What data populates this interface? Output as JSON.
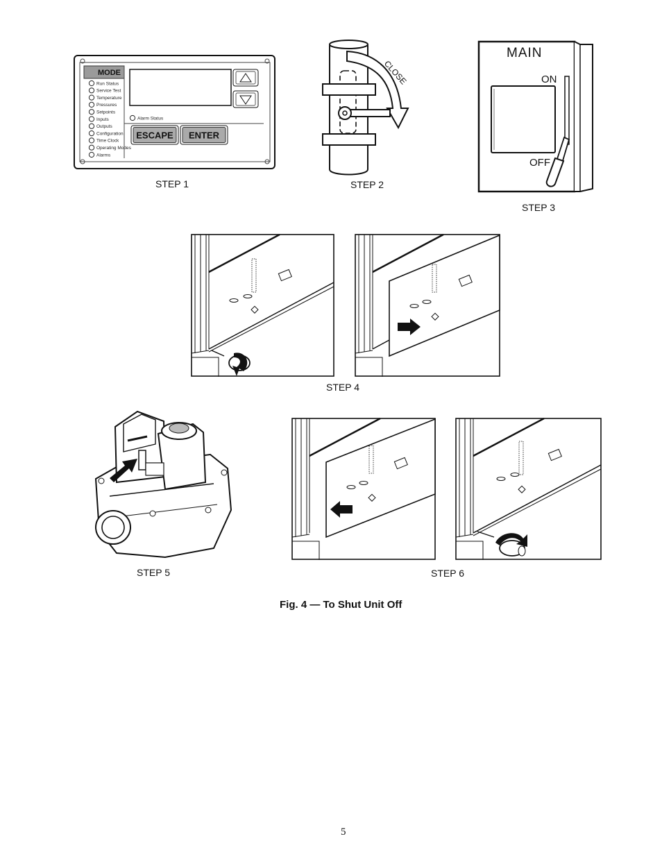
{
  "controller": {
    "mode_label": "MODE",
    "menu_items": [
      "Run Status",
      "Service Test",
      "Temperature",
      "Pressures",
      "Setpoints",
      "Inputs",
      "Outputs",
      "Configuration",
      "Time Clock",
      "Operating Modes",
      "Alarms"
    ],
    "alarm_label": "Alarm Status",
    "escape_label": "ESCAPE",
    "enter_label": "ENTER"
  },
  "valve": {
    "close_label": "CLOSE"
  },
  "disconnect": {
    "main_label": "MAIN",
    "on_label": "ON",
    "off_label": "OFF"
  },
  "steps": {
    "step1": "STEP 1",
    "step2": "STEP 2",
    "step3": "STEP 3",
    "step4": "STEP 4",
    "step5": "STEP 5",
    "step6": "STEP 6"
  },
  "figure_title": "Fig. 4 — To Shut Unit Off",
  "page_number": "5"
}
